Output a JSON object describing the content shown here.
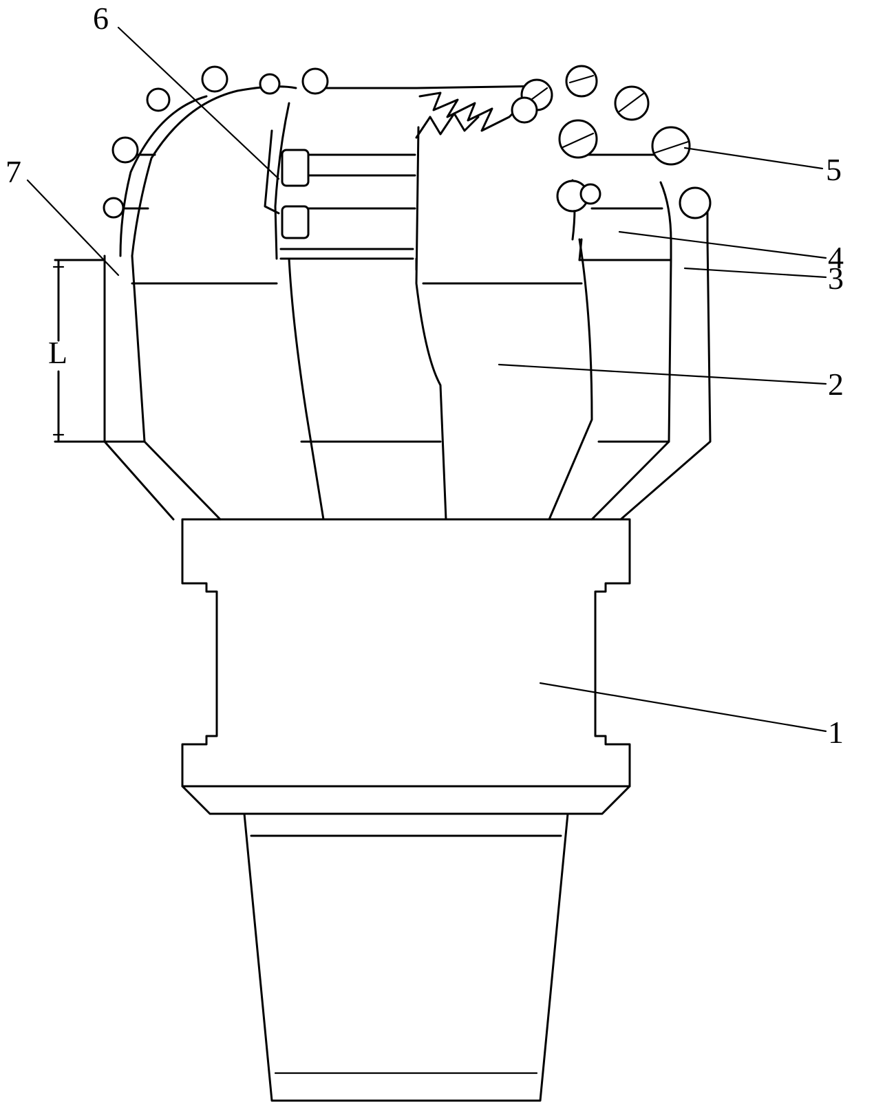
{
  "figure": {
    "labels": {
      "part1": "1",
      "part2": "2",
      "part3": "3",
      "part4": "4",
      "part5": "5",
      "part6": "6",
      "part7": "7",
      "dimension": "L"
    }
  },
  "colors": {
    "line": "#000000",
    "background": "#ffffff"
  }
}
